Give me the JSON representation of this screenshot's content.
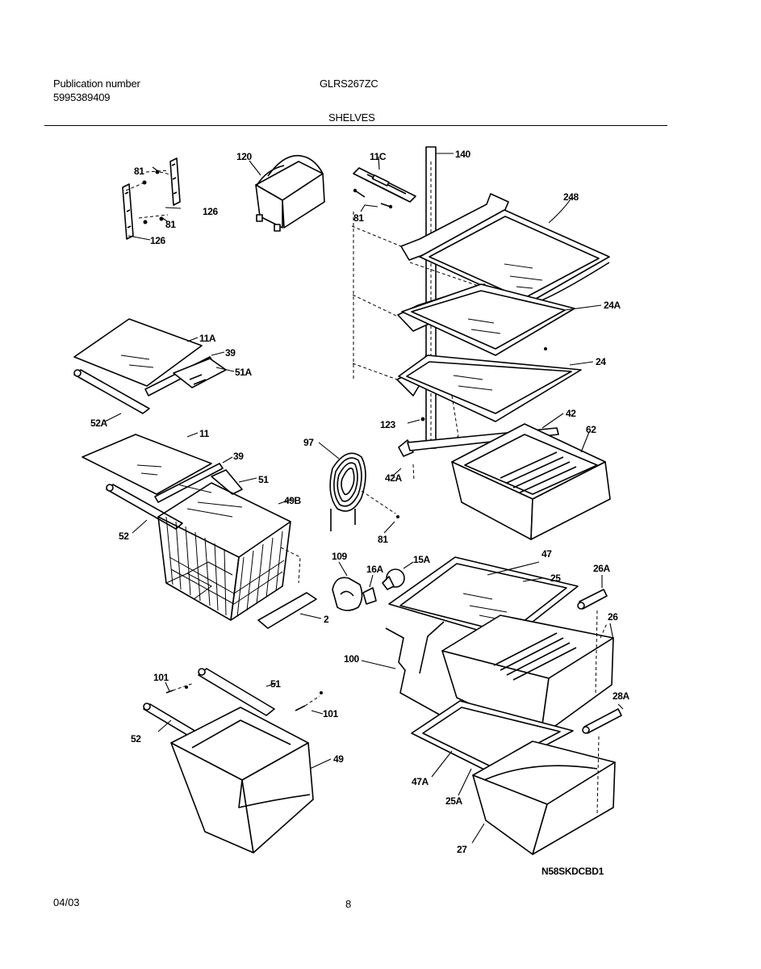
{
  "header": {
    "publication_label": "Publication number",
    "publication_number": "5995389409",
    "model": "GLRS267ZC",
    "section": "SHELVES"
  },
  "footer": {
    "date": "04/03",
    "page": "8",
    "diagram_code": "N58SKDCBD1"
  },
  "callouts": {
    "c81a": "81",
    "c81b": "81",
    "c126a": "126",
    "c126b": "126",
    "c120": "120",
    "c11c": "11C",
    "c81c": "81",
    "c140": "140",
    "c248": "248",
    "c24a": "24A",
    "c24": "24",
    "c11a": "11A",
    "c39a": "39",
    "c51a": "51A",
    "c52a": "52A",
    "c123": "123",
    "c42": "42",
    "c62": "62",
    "c97": "97",
    "c42a": "42A",
    "c11": "11",
    "c39b": "39",
    "c51b": "51",
    "c49b": "49B",
    "c52b": "52",
    "c81d": "81",
    "c109": "109",
    "c16a": "16A",
    "c15a": "15A",
    "c47": "47",
    "c25": "25",
    "c26a": "26A",
    "c2": "2",
    "c26": "26",
    "c100": "100",
    "c101a": "101",
    "c51c": "51",
    "c101b": "101",
    "c28a": "28A",
    "c52c": "52",
    "c49": "49",
    "c47a": "47A",
    "c25a": "25A",
    "c27": "27"
  }
}
